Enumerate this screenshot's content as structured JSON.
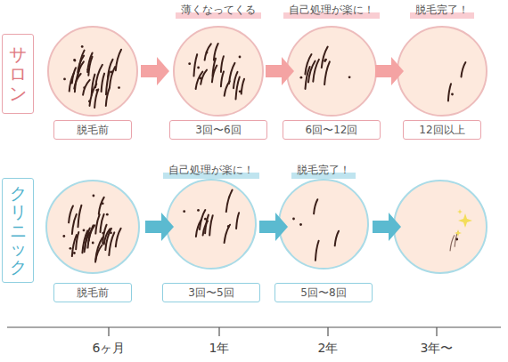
{
  "diagram": {
    "nodes": [
      {
        "text": [
          "サロン"
        ]
      },
      {
        "text": [
          "脱毛前"
        ]
      },
      {
        "text": [
          "3回〜6回"
        ]
      },
      {
        "text": [
          "6回〜12回"
        ]
      },
      {
        "text": [
          "12回以上"
        ]
      },
      {
        "text": [
          "クリニック"
        ]
      },
      {
        "text": [
          "脱毛前"
        ]
      },
      {
        "text": [
          "3回〜5回"
        ]
      },
      {
        "text": [
          "5回〜8回"
        ]
      }
    ],
    "labels": [
      "薄くなってくる",
      "自己処理が楽に！",
      "脱毛完了！",
      "自己処理が楽に！",
      "脱毛完了！",
      "6ヶ月",
      "1年",
      "2年",
      "3年〜"
    ]
  }
}
